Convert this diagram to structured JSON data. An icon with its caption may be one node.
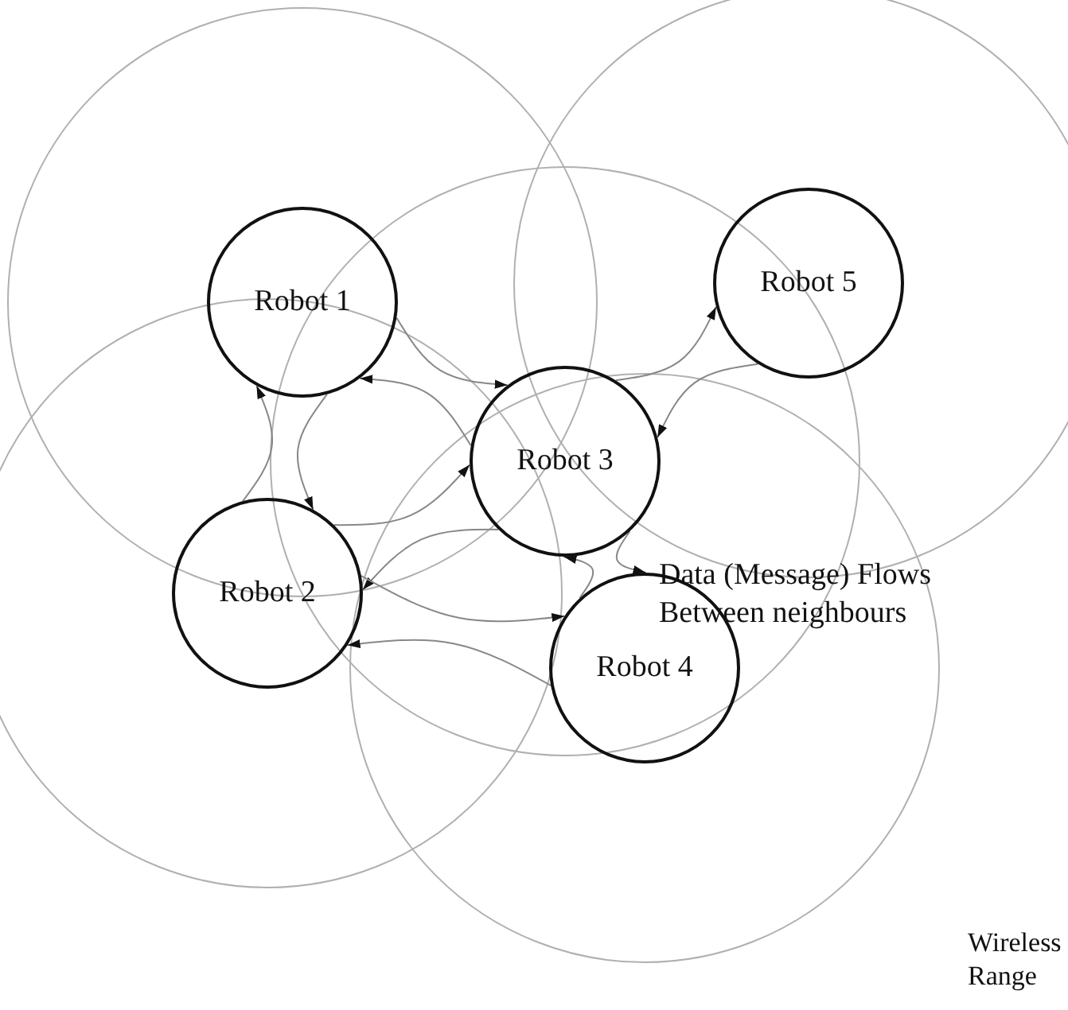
{
  "diagram": {
    "nodes": [
      {
        "text": [
          "Robot 1"
        ]
      },
      {
        "text": [
          "Robot 2"
        ]
      },
      {
        "text": [
          "Robot 3"
        ]
      },
      {
        "text": [
          "Robot 4"
        ]
      },
      {
        "text": [
          "Robot 5"
        ]
      }
    ],
    "edges": [
      {
        "from": 0,
        "to": 2,
        "arrow": "to"
      },
      {
        "from": 2,
        "to": 0,
        "arrow": "to"
      },
      {
        "from": 0,
        "to": 1,
        "arrow": "to"
      },
      {
        "from": 1,
        "to": 0,
        "arrow": "to"
      },
      {
        "from": 1,
        "to": 2,
        "arrow": "to"
      },
      {
        "from": 2,
        "to": 1,
        "arrow": "to"
      },
      {
        "from": 2,
        "to": 4,
        "arrow": "to"
      },
      {
        "from": 4,
        "to": 2,
        "arrow": "to"
      },
      {
        "from": 2,
        "to": 3,
        "arrow": "to"
      },
      {
        "from": 3,
        "to": 2,
        "arrow": "to"
      },
      {
        "from": 1,
        "to": 3,
        "arrow": "to"
      },
      {
        "from": 3,
        "to": 1,
        "arrow": "to"
      }
    ],
    "labels": [
      "Data (Message) Flows Between neighbours",
      "Wireless Range"
    ]
  }
}
